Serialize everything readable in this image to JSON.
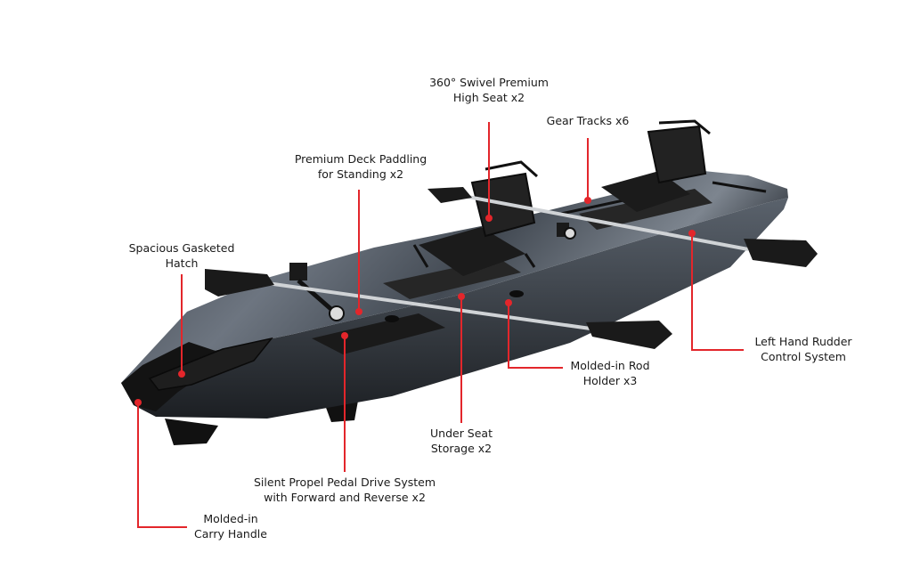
{
  "colors": {
    "leader": "#e3262b",
    "hull_dark": "#141414",
    "hull_camo": "#4d5560",
    "hull_light": "#8b939c",
    "text": "#1a1a1a"
  },
  "callouts": [
    {
      "id": "seat",
      "lines": [
        "360° Swivel Premium",
        "High Seat x2"
      ]
    },
    {
      "id": "gear-tracks",
      "lines": [
        "Gear Tracks x6"
      ]
    },
    {
      "id": "deck-padding",
      "lines": [
        "Premium Deck Paddling",
        "for Standing x2"
      ]
    },
    {
      "id": "hatch",
      "lines": [
        "Spacious Gasketed",
        "Hatch"
      ]
    },
    {
      "id": "rudder",
      "lines": [
        "Left Hand Rudder",
        "Control System"
      ]
    },
    {
      "id": "rod-holder",
      "lines": [
        "Molded-in Rod",
        "Holder x3"
      ]
    },
    {
      "id": "storage",
      "lines": [
        "Under Seat",
        "Storage x2"
      ]
    },
    {
      "id": "pedal-drive",
      "lines": [
        "Silent Propel Pedal Drive System",
        "with Forward and Reverse x2"
      ]
    },
    {
      "id": "carry-handle",
      "lines": [
        "Molded-in",
        "Carry Handle"
      ]
    }
  ]
}
